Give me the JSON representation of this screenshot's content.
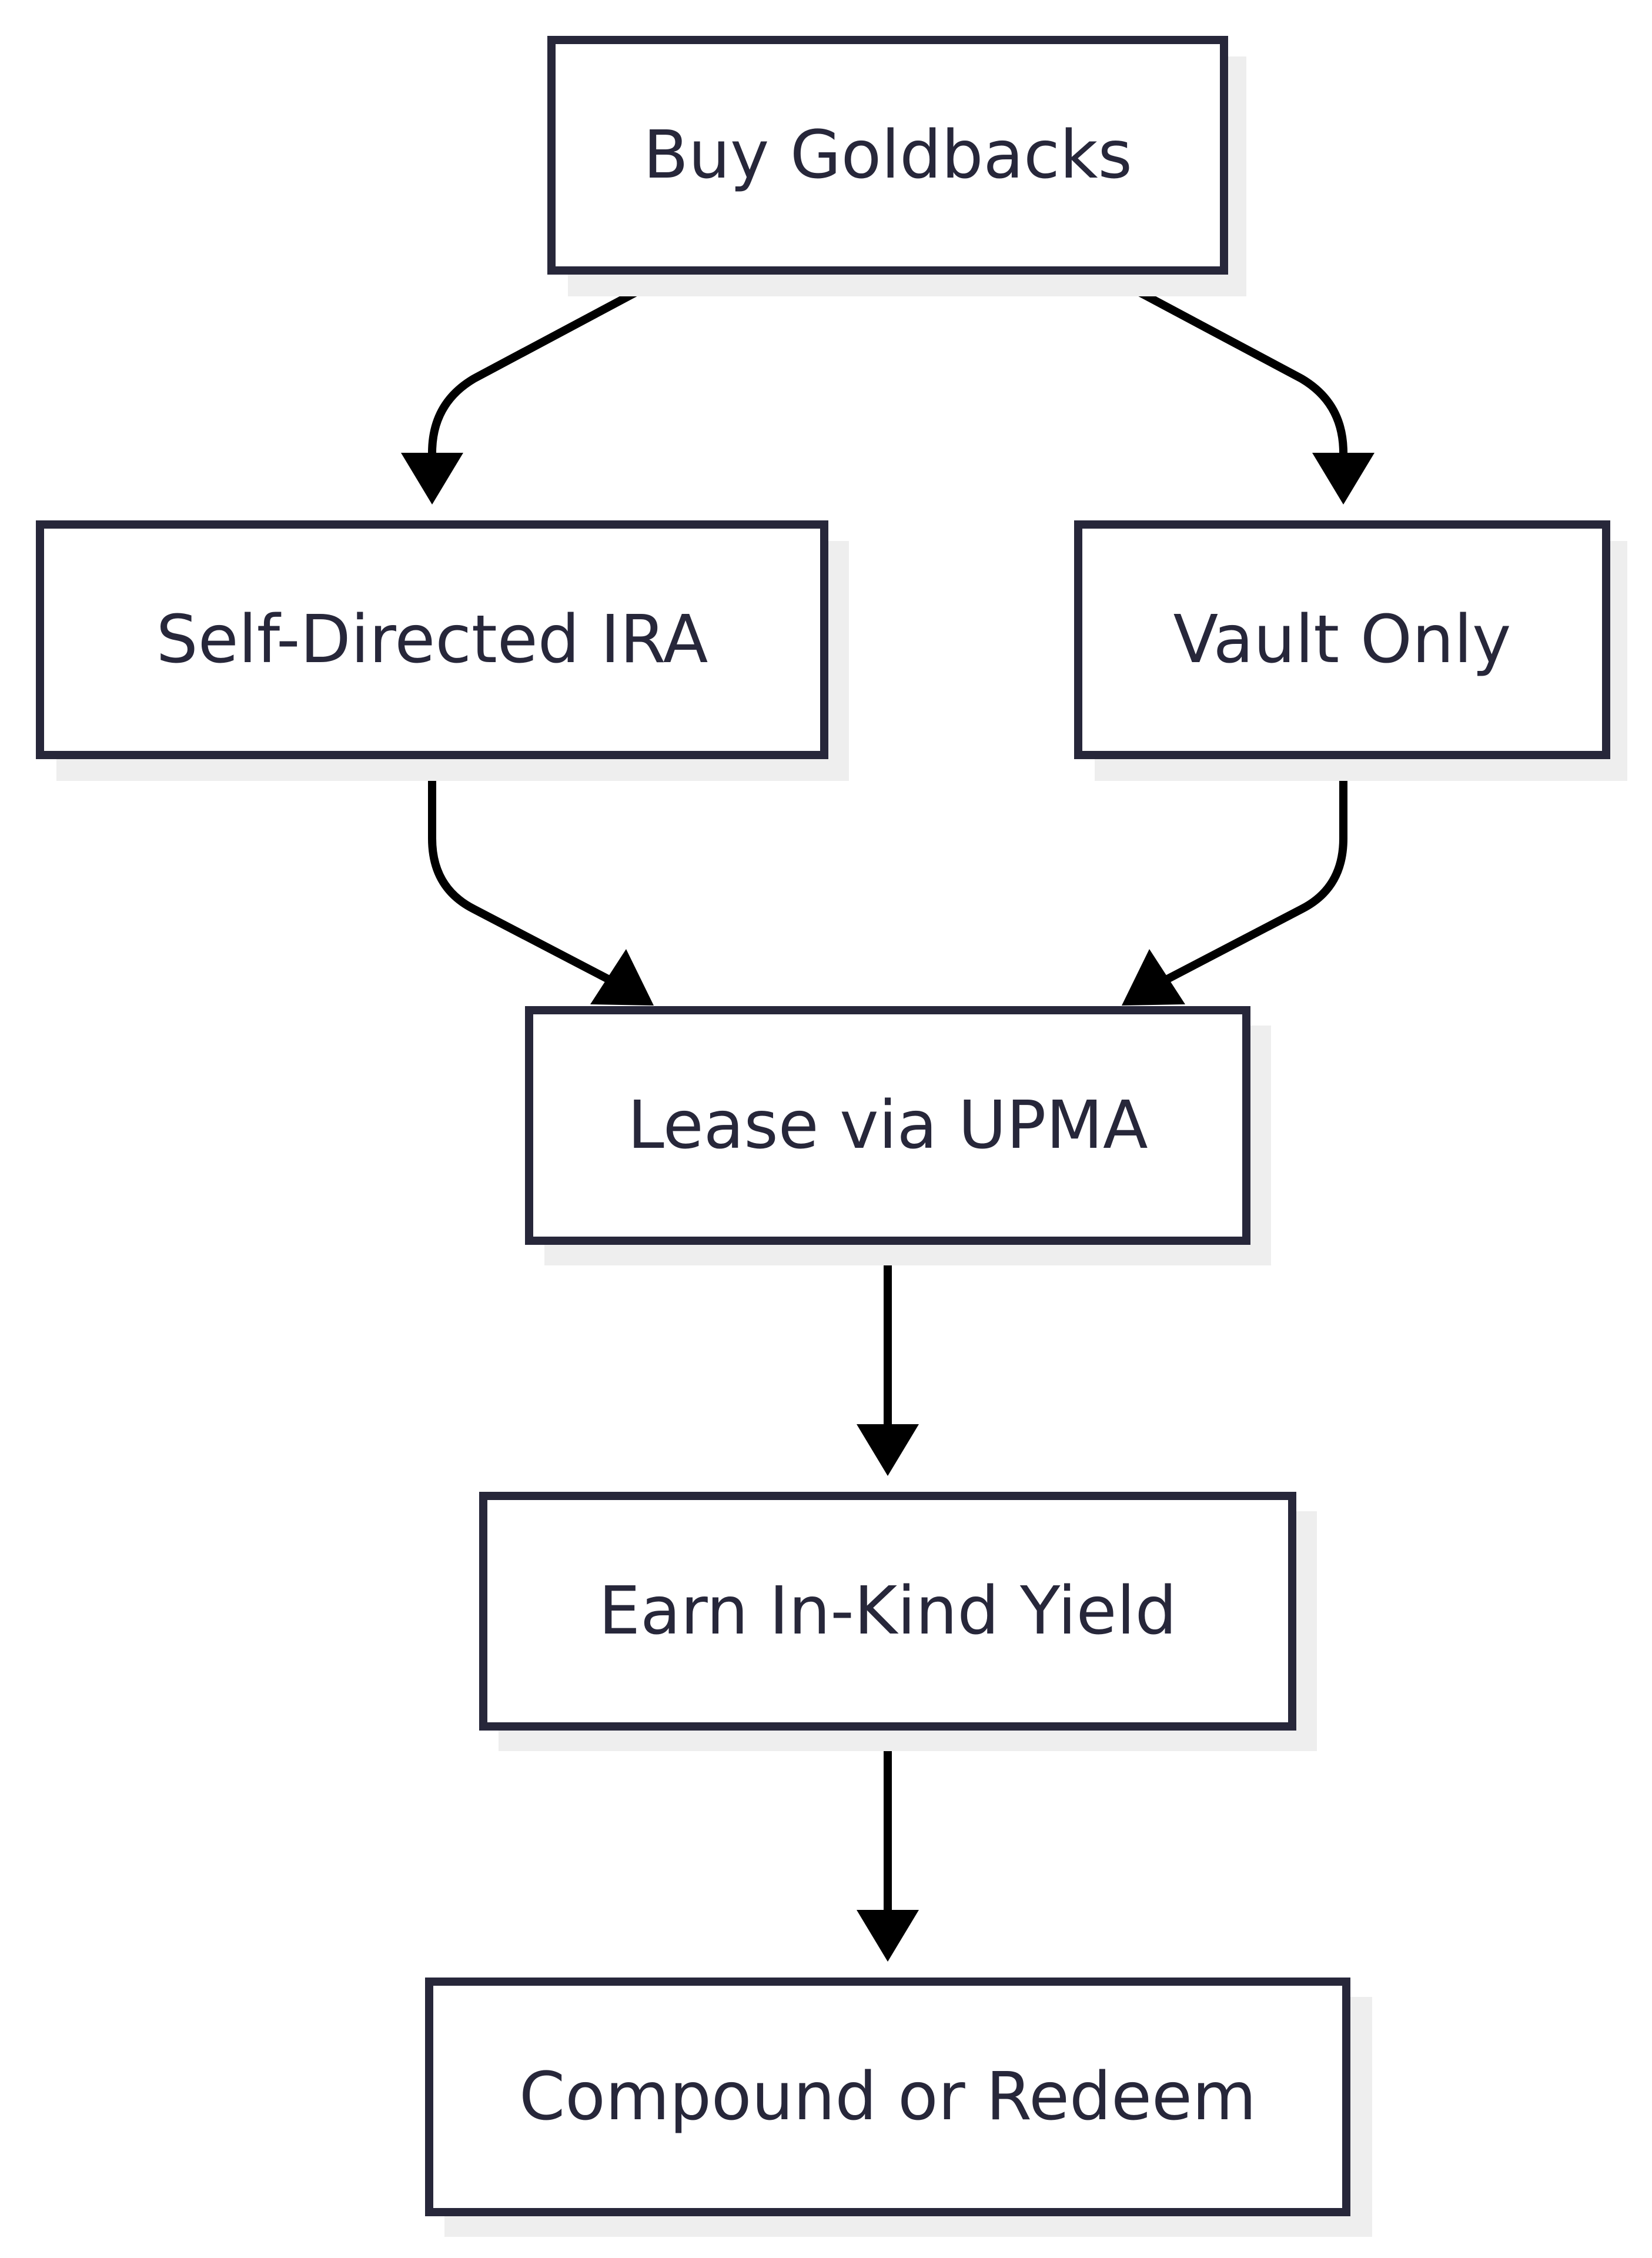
{
  "nodes": {
    "buy": {
      "label": "Buy Goldbacks"
    },
    "ira": {
      "label": "Self-Directed IRA"
    },
    "vault": {
      "label": "Vault Only"
    },
    "lease": {
      "label": "Lease via UPMA"
    },
    "yield": {
      "label": "Earn In-Kind Yield"
    },
    "redeem": {
      "label": "Compound or Redeem"
    }
  },
  "edges": [
    {
      "from": "Buy Goldbacks",
      "to": "Self-Directed IRA"
    },
    {
      "from": "Buy Goldbacks",
      "to": "Vault Only"
    },
    {
      "from": "Self-Directed IRA",
      "to": "Lease via UPMA"
    },
    {
      "from": "Vault Only",
      "to": "Lease via UPMA"
    },
    {
      "from": "Lease via UPMA",
      "to": "Earn In-Kind Yield"
    },
    {
      "from": "Earn In-Kind Yield",
      "to": "Compound or Redeem"
    }
  ],
  "colors": {
    "node_border": "#27273a",
    "node_text": "#27273a",
    "edge": "#000000",
    "shadow": "#eeeeee"
  }
}
